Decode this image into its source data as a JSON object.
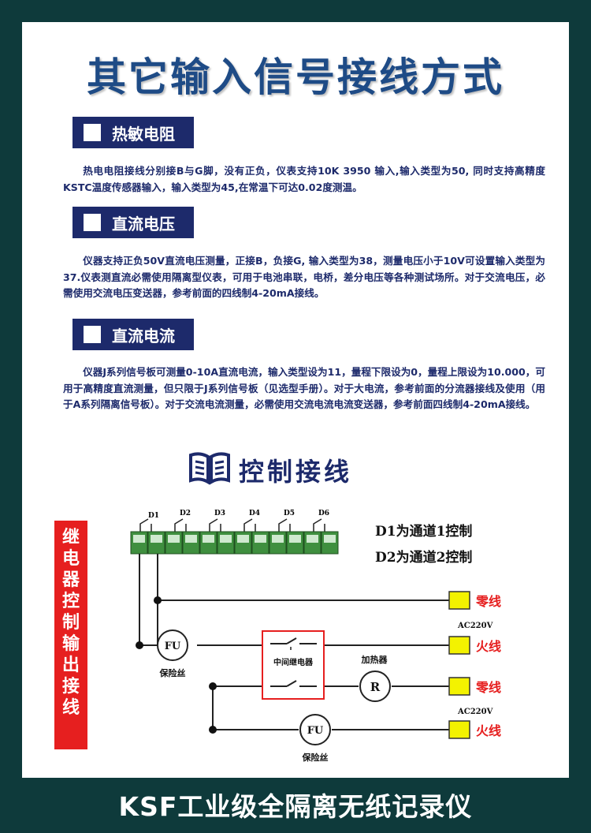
{
  "title": "其它输入信号接线方式",
  "sections": [
    {
      "heading": "热敏电阻",
      "text": "热电电阻接线分别接B与G脚，没有正负，仪表支持10K 3950 输入,输入类型为50, 同时支持高精度KSTC温度传感器输入，输入类型为45,在常温下可达0.02度测温。"
    },
    {
      "heading": "直流电压",
      "text": "仪器支持正负50V直流电压测量，正接B，负接G, 输入类型为38，测量电压小于10V可设置输入类型为37.仪表测直流必需使用隔离型仪表，可用于电池串联，电桥，差分电压等各种测试场所。对于交流电压，必需使用交流电压变送器，参考前面的四线制4-20mA接线。"
    },
    {
      "heading": "直流电流",
      "text": "仪器J系列信号板可测量0-10A直流电流，输入类型设为11，量程下限设为0，量程上限设为10.000，可用于高精度直流测量，但只限于J系列信号板（见选型手册）。对于大电流，参考前面的分流器接线及使用（用于A系列隔离信号板）。对于交流电流测量，必需使用交流电流电流变送器，参考前面四线制4-20mA接线。"
    }
  ],
  "control": {
    "title": "控制接线",
    "icon": "book-icon",
    "side_label": [
      "继",
      "电",
      "器",
      "控",
      "制",
      "输",
      "出",
      "接",
      "线"
    ],
    "terminal_labels": [
      "D1",
      "D2",
      "D3",
      "D4",
      "D5",
      "D6"
    ],
    "note1": "D1为通道1控制",
    "note2": "D2为通道2控制",
    "fuse_symbol": "FU",
    "fuse_label": "保险丝",
    "relay_label": "中间继电器",
    "heater_label": "加热器",
    "heater_symbol": "R",
    "neutral_label": "零线",
    "live_label": "火线",
    "ac_label": "AC220V"
  },
  "footer": "KSF工业级全隔离无纸记录仪",
  "colors": {
    "border": "#0e3a3b",
    "navy": "#1d2a6b",
    "title_blue": "#1e4b86",
    "red": "#e61f1f",
    "yellow": "#f3f200",
    "terminal_green": "#3f8f3f"
  }
}
